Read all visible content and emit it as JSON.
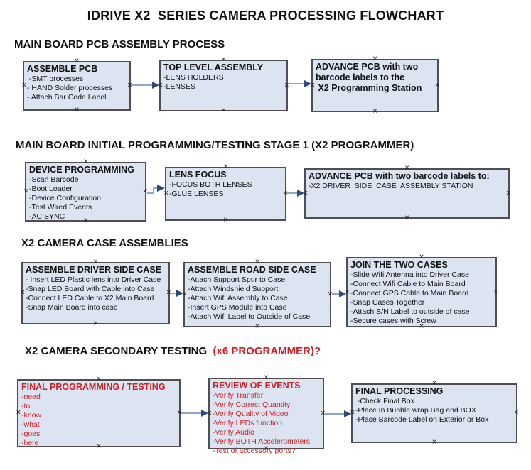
{
  "page_title": "IDRIVE X2  SERIES CAMERA PROCESSING FLOWCHART",
  "handle_glyph": "×",
  "colors": {
    "box_fill": "#dce4f1",
    "box_border": "#4f4f4f",
    "arrow_line": "#8da6ca",
    "arrow_head": "#2e4a80",
    "red_text": "#cc2028",
    "black_text": "#111111",
    "background": "#ffffff"
  },
  "sections": [
    {
      "heading": "MAIN BOARD PCB ASSEMBLY PROCESS",
      "heading_red": "",
      "boxes": [
        {
          "title": "ASSEMBLE PCB",
          "lines": [
            " -SMT processes",
            "- HAND Solder processes",
            "- Attach Bar Code Label"
          ]
        },
        {
          "title": "TOP LEVEL ASSEMBLY",
          "lines": [
            "-LENS HOLDERS",
            "-LENSES"
          ]
        },
        {
          "title": "ADVANCE PCB with two",
          "lines": [
            "barcode labels to the",
            " X2 Programming Station"
          ]
        }
      ]
    },
    {
      "heading": "MAIN BOARD INITIAL PROGRAMMING/TESTING STAGE 1 (X2 PROGRAMMER)",
      "heading_red": "",
      "boxes": [
        {
          "title": "DEVICE PROGRAMMING",
          "lines": [
            "-Scan Barcode",
            "-Boot Loader",
            "-Device Configuration",
            "-Test Wired Events",
            "-AC SYNC"
          ]
        },
        {
          "title": "LENS FOCUS",
          "lines": [
            "-FOCUS BOTH LENSES",
            "-GLUE LENSES"
          ]
        },
        {
          "title": "ADVANCE PCB with two barcode labels to:",
          "lines": [
            "-X2 DRIVER  SIDE  CASE  ASSEMBLY STATION"
          ]
        }
      ]
    },
    {
      "heading": "X2 CAMERA CASE ASSEMBLIES",
      "heading_red": "",
      "boxes": [
        {
          "title": "ASSEMBLE DRIVER SIDE CASE",
          "lines": [
            "- Insert LED Plastic lens into Driver Case",
            "-Snap LED Board with Cable into Case",
            "-Connect LED Cable to X2 Main Board",
            "-Snap Main Board into case"
          ]
        },
        {
          "title": "ASSEMBLE ROAD SIDE CASE",
          "lines": [
            "-Attach Support Spur to Case",
            "-Attach Windshield Support",
            "-Attach Wifi Assembly to Case",
            "-Insert GPS Module into Case",
            "-Attach Wifi Label to Outside of Case"
          ]
        },
        {
          "title": "JOIN THE TWO CASES",
          "lines": [
            "-Slide Wifi Antenna into Driver Case",
            "-Connect Wifi Cable to Main Board",
            "-Connect GPS Cable to Main Board",
            "-Snap Cases Together",
            "-Attach S/N Label to outside of case",
            "-Secure cases with Screw"
          ]
        }
      ]
    },
    {
      "heading": "X2 CAMERA SECONDARY TESTING  ",
      "heading_red": "(x6 PROGRAMMER)?",
      "boxes": [
        {
          "title": "FINAL PROGRAMMING / TESTING",
          "lines": [
            "-need",
            "-to",
            "-know",
            "-what",
            "-goes",
            "-here"
          ]
        },
        {
          "title": "REVIEW OF EVENTS",
          "lines": [
            "-Verify Transfer",
            "-Verify Correct Quantity",
            "-Verify Quality of Video",
            "-Verify LEDs function",
            "-Verify Audio",
            "-Verify BOTH Accelerometers",
            "-Test of accessory ports?"
          ]
        },
        {
          "title": "FINAL PROCESSING",
          "lines": [
            " -Check Final Box",
            "-Place In Bubble wrap Bag and BOX",
            "-Place Barcode Label on Exterior or Box"
          ]
        }
      ]
    }
  ]
}
